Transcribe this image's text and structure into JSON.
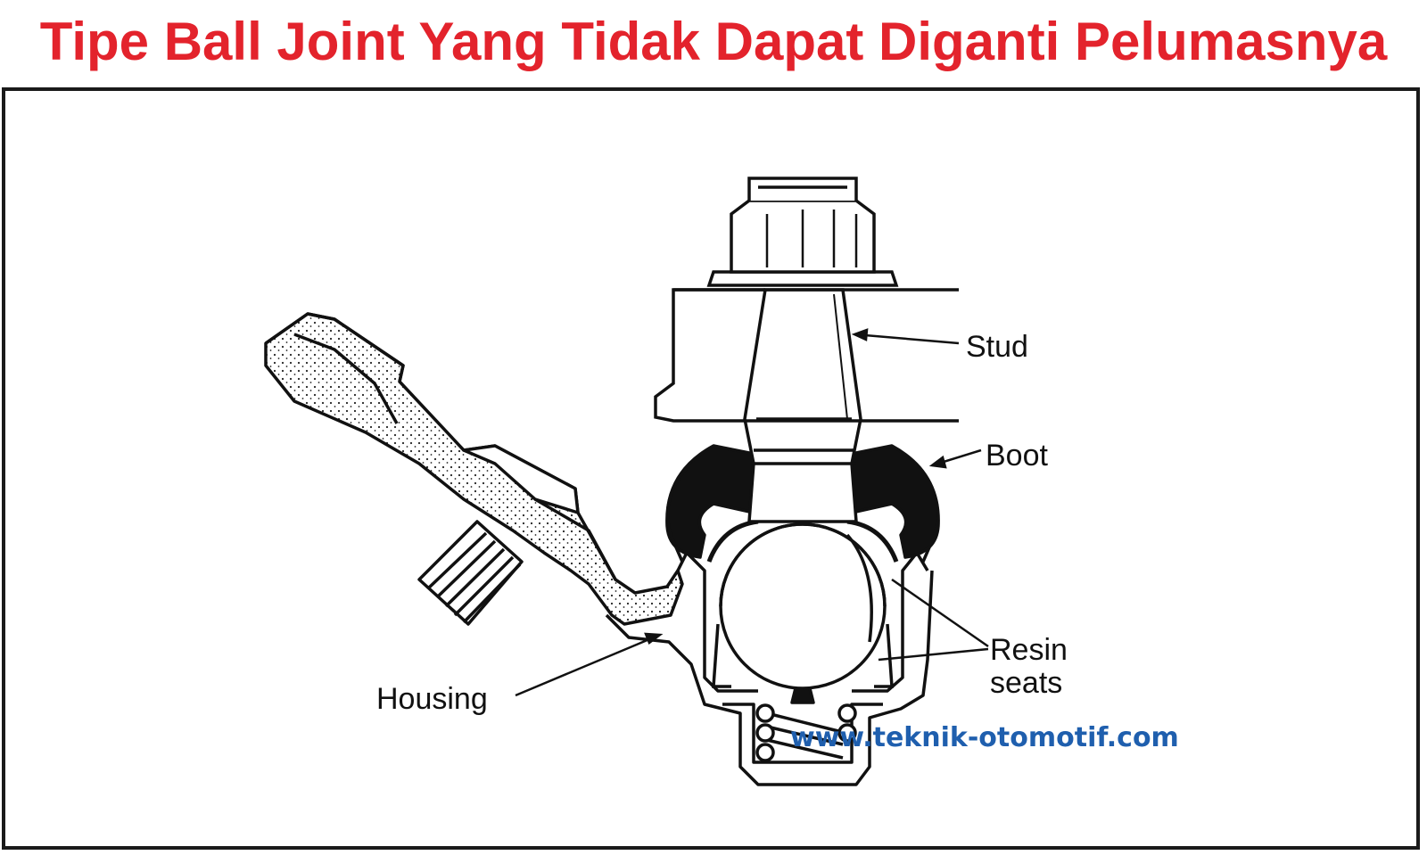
{
  "title": "Tipe Ball Joint Yang Tidak Dapat Diganti Pelumasnya",
  "labels": {
    "stud": "Stud",
    "boot": "Boot",
    "resin_line1": "Resin",
    "resin_line2": "seats",
    "housing": "Housing"
  },
  "watermark": "www.teknik-otomotif.com",
  "colors": {
    "title": "#e3232c",
    "watermark": "#1f5fae",
    "frame": "#1a1a1a"
  }
}
